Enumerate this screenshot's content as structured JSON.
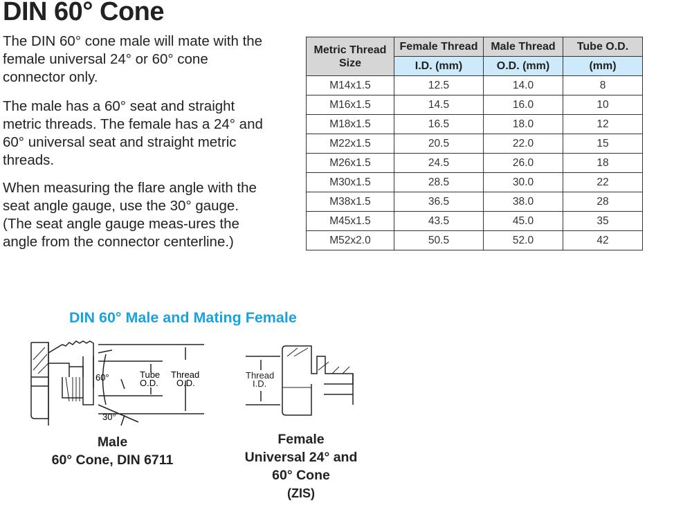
{
  "title": "DIN 60° Cone",
  "paragraphs": [
    "The DIN 60° cone male will mate with the female universal 24° or 60° cone connector only.",
    "The male has a 60° seat and straight metric threads. The female has a 24° and 60° universal seat and straight metric threads.",
    "When measuring the flare angle with the seat angle gauge, use the 30° gauge. (The seat angle gauge meas-ures the angle from the connector centerline.)"
  ],
  "table": {
    "headers": [
      "Metric Thread Size",
      "Female Thread",
      "Male Thread",
      "Tube O.D."
    ],
    "subheaders": [
      "I.D. (mm)",
      "O.D. (mm)",
      "(mm)"
    ],
    "rows": [
      [
        "M14x1.5",
        "12.5",
        "14.0",
        "8"
      ],
      [
        "M16x1.5",
        "14.5",
        "16.0",
        "10"
      ],
      [
        "M18x1.5",
        "16.5",
        "18.0",
        "12"
      ],
      [
        "M22x1.5",
        "20.5",
        "22.0",
        "15"
      ],
      [
        "M26x1.5",
        "24.5",
        "26.0",
        "18"
      ],
      [
        "M30x1.5",
        "28.5",
        "30.0",
        "22"
      ],
      [
        "M38x1.5",
        "36.5",
        "38.0",
        "28"
      ],
      [
        "M45x1.5",
        "43.5",
        "45.0",
        "35"
      ],
      [
        "M52x2.0",
        "50.5",
        "52.0",
        "42"
      ]
    ]
  },
  "diagram": {
    "title": "DIN 60° Male and Mating Female",
    "labels": {
      "angle60": "60°",
      "angle30": "30°",
      "tube1": "Tube",
      "tube2": "O.D.",
      "thread1": "Thread",
      "thread2": "O.D.",
      "tid1": "Thread",
      "tid2": "I.D."
    },
    "male_caption": [
      "Male",
      "60° Cone, DIN 6711"
    ],
    "female_caption": [
      "Female",
      "Universal 24° and",
      "60° Cone",
      "(ZIS)"
    ]
  },
  "colors": {
    "accent": "#1ba2dd"
  }
}
